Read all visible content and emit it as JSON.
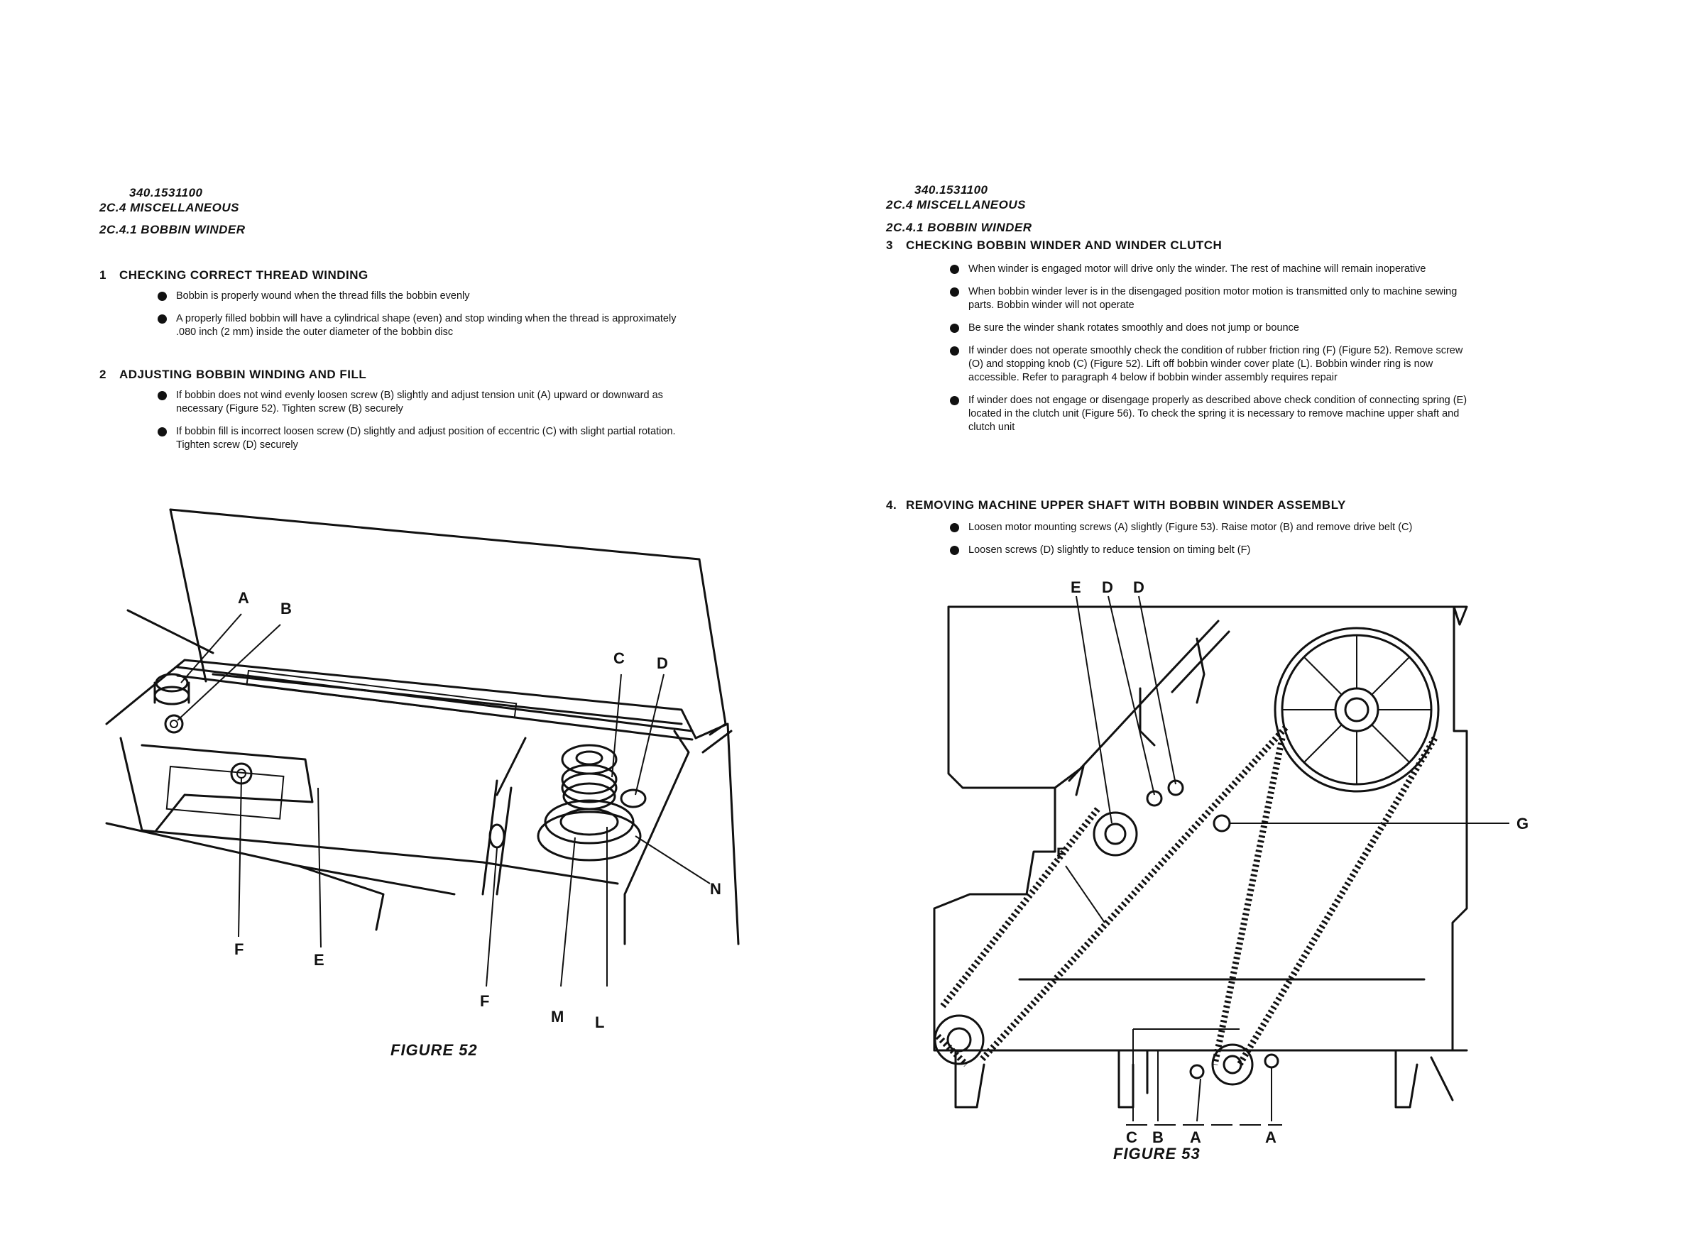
{
  "left": {
    "doc_number": "340.1531100",
    "section": "2C.4   MISCELLANEOUS",
    "subsection": "2C.4.1   BOBBIN WINDER",
    "steps": [
      {
        "number": "1",
        "title": "CHECKING CORRECT THREAD WINDING",
        "bullets": [
          "Bobbin is properly wound when the thread fills the bobbin evenly",
          "A properly filled bobbin will have a cylindrical shape (even) and stop winding when the thread is approximately .080 inch (2 mm) inside the outer diameter of the bobbin disc"
        ]
      },
      {
        "number": "2",
        "title": "ADJUSTING BOBBIN WINDING AND FILL",
        "bullets": [
          "If bobbin does not wind evenly loosen screw (B) slightly and adjust tension unit (A) upward or downward as necessary (Figure 52). Tighten screw (B) securely",
          "If bobbin fill is incorrect loosen screw (D) slightly and adjust position of eccentric (C) with slight partial rotation. Tighten screw (D) securely"
        ]
      }
    ],
    "figure": {
      "caption": "FIGURE 52",
      "callouts": {
        "A": "A",
        "B": "B",
        "C": "C",
        "D": "D",
        "E": "E",
        "F1": "F",
        "F2": "F",
        "L": "L",
        "M": "M",
        "N": "N"
      }
    }
  },
  "right": {
    "doc_number": "340.1531100",
    "section": "2C.4   MISCELLANEOUS",
    "subsection": "2C.4.1   BOBBIN WINDER",
    "steps": [
      {
        "number": "3",
        "title": "CHECKING BOBBIN WINDER AND WINDER CLUTCH",
        "bullets": [
          "When winder is engaged motor will drive only the winder. The rest of machine will remain inoperative",
          "When bobbin winder lever is in the disengaged position motor motion is transmitted only to machine sewing parts. Bobbin winder will not operate",
          "Be sure the winder shank rotates smoothly and does not jump or bounce",
          "If winder does not operate smoothly check the condition of rubber friction ring (F) (Figure 52). Remove screw (O) and stopping knob (C) (Figure 52). Lift off bobbin winder cover plate (L). Bobbin winder ring is now accessible. Refer to paragraph 4 below if bobbin winder assembly requires repair",
          "If winder does not engage or disengage properly as described above check condition of connecting spring (E) located in the clutch unit (Figure 56). To check the spring it is necessary to remove machine upper shaft and clutch unit"
        ]
      },
      {
        "number": "4.",
        "title": "REMOVING MACHINE UPPER SHAFT WITH BOBBIN WINDER ASSEMBLY",
        "bullets": [
          "Loosen motor mounting screws (A) slightly (Figure 53). Raise motor (B) and remove drive belt (C)",
          "Loosen screws (D) slightly to reduce tension on timing belt (F)"
        ]
      }
    ],
    "figure": {
      "caption": "FIGURE 53",
      "callouts": {
        "E": "E",
        "D1": "D",
        "D2": "D",
        "F": "F",
        "G": "G",
        "C": "C",
        "B": "B",
        "A1": "A",
        "A2": "A"
      }
    }
  }
}
